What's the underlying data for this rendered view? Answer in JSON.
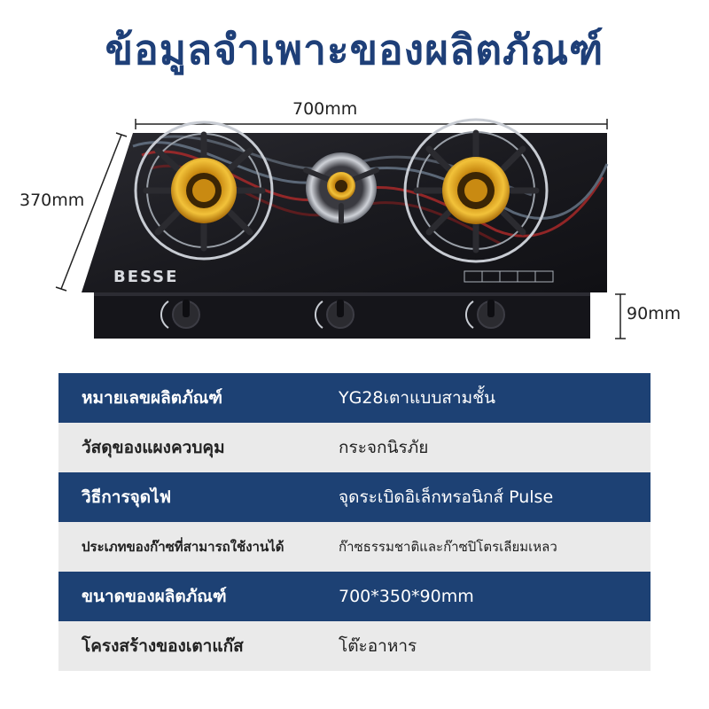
{
  "title": "ข้อมูลจำเพาะของผลิตภัณฑ์",
  "dimensions": {
    "width": "700mm",
    "depth": "370mm",
    "height": "90mm"
  },
  "product": {
    "brand": "BESSE",
    "panel_color": "#1c1c20",
    "burner_color": "#e0a21b"
  },
  "spec_table": [
    {
      "label": "หมายเลขผลิตภัณฑ์",
      "value": "YG28เตาแบบสามชั้น"
    },
    {
      "label": "วัสดุของแผงควบคุม",
      "value": "กระจกนิรภัย"
    },
    {
      "label": "วิธีการจุดไฟ",
      "value": "จุดระเบิดอิเล็กทรอนิกส์ Pulse"
    },
    {
      "label": "ประเภทของก๊าซที่สามารถใช้งานได้",
      "value": "ก๊าซธรรมชาติและก๊าซปิโตรเลียมเหลว"
    },
    {
      "label": "ขนาดของผลิตภัณฑ์",
      "value": "700*350*90mm"
    },
    {
      "label": "โครงสร้างของเตาแก๊ส",
      "value": "โต๊ะอาหาร"
    }
  ],
  "colors": {
    "row_dark": "#1d4174",
    "row_light": "#eaeaea",
    "title": "#1e3f78"
  }
}
